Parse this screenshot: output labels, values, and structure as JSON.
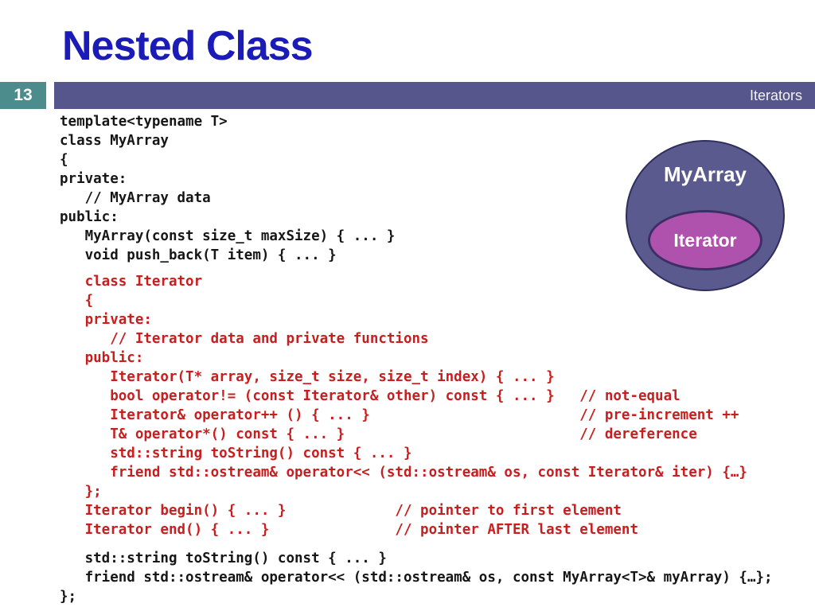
{
  "slide": {
    "title": "Nested Class",
    "number": "13",
    "section": "Iterators"
  },
  "colors": {
    "title_blue": "#1b1bb8",
    "badge_teal": "#4d8c8c",
    "bar_purple": "#56568c",
    "code_black": "#161616",
    "code_red": "#c81e1e",
    "ellipse_outer_fill": "#5a5a8e",
    "ellipse_inner_fill": "#af52ae",
    "ellipse_border": "#2e2e5c"
  },
  "diagram": {
    "outer_label": "MyArray",
    "inner_label": "Iterator"
  },
  "code": {
    "lines": [
      {
        "text": "template<typename T>",
        "color": "black"
      },
      {
        "text": "class MyArray",
        "color": "black"
      },
      {
        "text": "{",
        "color": "black"
      },
      {
        "text": "private:",
        "color": "black"
      },
      {
        "text": "   // MyArray data",
        "color": "black"
      },
      {
        "text": "public:",
        "color": "black"
      },
      {
        "text": "   MyArray(const size_t maxSize) { ... }",
        "color": "black"
      },
      {
        "text": "   void push_back(T item) { ... }",
        "color": "black"
      },
      {
        "text": "   class Iterator",
        "color": "red",
        "gap": 9
      },
      {
        "text": "   {",
        "color": "red"
      },
      {
        "text": "   private:",
        "color": "red"
      },
      {
        "text": "      // Iterator data and private functions",
        "color": "red"
      },
      {
        "text": "   public:",
        "color": "red"
      },
      {
        "text": "      Iterator(T* array, size_t size, size_t index) { ... }",
        "color": "red"
      },
      {
        "text": "      bool operator!= (const Iterator& other) const { ... }   // not-equal",
        "color": "red"
      },
      {
        "text": "      Iterator& operator++ () { ... }                         // pre-increment ++",
        "color": "red"
      },
      {
        "text": "      T& operator*() const { ... }                            // dereference",
        "color": "red"
      },
      {
        "text": "      std::string toString() const { ... }",
        "color": "red"
      },
      {
        "text": "      friend std::ostream& operator<< (std::ostream& os, const Iterator& iter) {…}",
        "color": "red"
      },
      {
        "text": "   };",
        "color": "red"
      },
      {
        "text": "   Iterator begin() { ... }             // pointer to first element",
        "color": "red"
      },
      {
        "text": "   Iterator end() { ... }               // pointer AFTER last element",
        "color": "red"
      },
      {
        "text": "   std::string toString() const { ... }",
        "color": "black",
        "gap": 12
      },
      {
        "text": "   friend std::ostream& operator<< (std::ostream& os, const MyArray<T>& myArray) {…};",
        "color": "black"
      },
      {
        "text": "};",
        "color": "black"
      }
    ]
  }
}
